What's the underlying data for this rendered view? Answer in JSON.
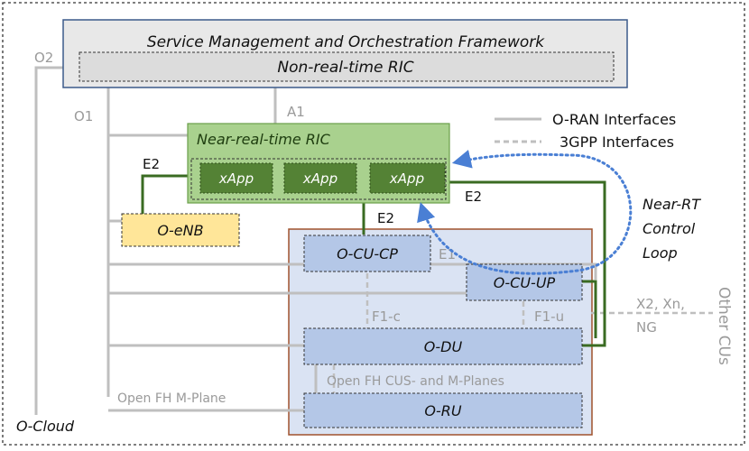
{
  "smo": {
    "title": "Service Management and Orchestration Framework"
  },
  "non_rt_ric": {
    "label": "Non-real-time RIC"
  },
  "near_rt_ric": {
    "label": "Near-real-time RIC",
    "xapps": [
      "xApp",
      "xApp",
      "xApp"
    ]
  },
  "nodes": {
    "o_enb": "O-eNB",
    "o_cu_cp": "O-CU-CP",
    "o_cu_up": "O-CU-UP",
    "o_du": "O-DU",
    "o_ru": "O-RU"
  },
  "interfaces": {
    "o2": "O2",
    "o1": "O1",
    "a1": "A1",
    "e2_enb": "E2",
    "e2_cucp": "E2",
    "e2_right": "E2",
    "e1": "E1",
    "f1c": "F1-c",
    "f1u": "F1-u",
    "open_fh_cus_m": "Open FH CUS- and M-Planes",
    "open_fh_m": "Open FH M-Plane",
    "x2_line1": "X2, Xn,",
    "x2_line2": "NG",
    "other_cus": "Other CUs"
  },
  "legend": {
    "oran": "O-RAN Interfaces",
    "gpp": "3GPP Interfaces"
  },
  "loop": {
    "line1": "Near-RT",
    "line2": "Control",
    "line3": "Loop"
  },
  "cloud": {
    "label": "O-Cloud"
  },
  "colors": {
    "smo_fill": "#e8e8e8",
    "smo_border": "#3b5a8a",
    "ric_fill": "#a9d18e",
    "xapp_fill": "#548235",
    "enb_fill": "#ffe699",
    "node_fill": "#b4c7e7",
    "ran_bg": "#dae3f3",
    "ran_border": "#a0522d",
    "oran_line": "#bfbfbf",
    "e2_line": "#3a6b22",
    "loop": "#4a7fd4"
  }
}
